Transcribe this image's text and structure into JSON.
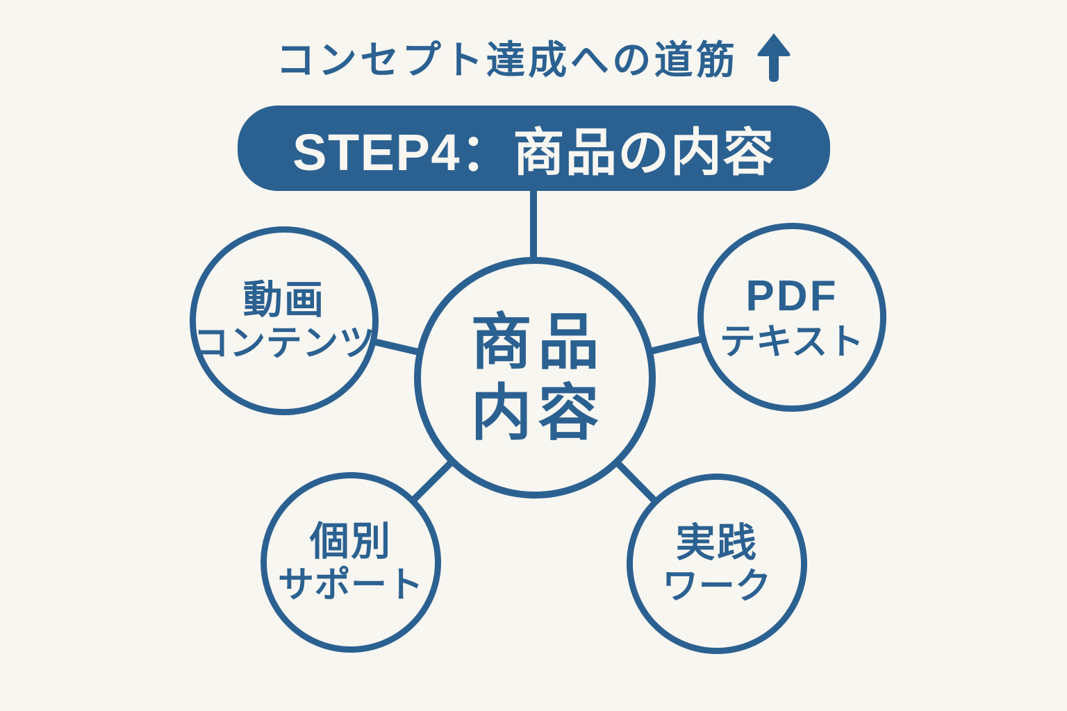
{
  "colors": {
    "background": "#f8f6f1",
    "primary_blue": "#2b6191",
    "banner_text": "#f8f6f1"
  },
  "header": {
    "label": "コンセプト達成への道筋",
    "arrow_icon": "up-arrow"
  },
  "banner": {
    "label": "STEP4：商品の内容"
  },
  "center_node": {
    "line1": "商品",
    "line2": "内容"
  },
  "nodes": [
    {
      "id": "video-content",
      "position": "top-left",
      "line1": "動画",
      "line2": "コンテンツ"
    },
    {
      "id": "pdf-text",
      "position": "top-right",
      "line1": "PDF",
      "line2": "テキスト"
    },
    {
      "id": "personal-support",
      "position": "bottom-left",
      "line1": "個別",
      "line2": "サポート"
    },
    {
      "id": "practice-work",
      "position": "bottom-right",
      "line1": "実践",
      "line2": "ワーク"
    }
  ]
}
